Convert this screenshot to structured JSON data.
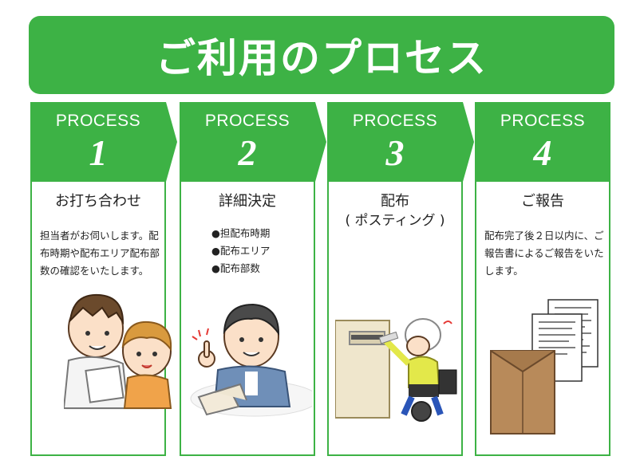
{
  "banner": {
    "title": "ご利用のプロセス"
  },
  "steps": [
    {
      "label": "PROCESS",
      "number": "1",
      "title": "お打ち合わせ",
      "desc": "担当者がお伺いします。配布時期や配布エリア配布部数の確認をいたします。"
    },
    {
      "label": "PROCESS",
      "number": "2",
      "title": "詳細決定",
      "items": [
        "●担配布時期",
        "●配布エリア",
        "●配布部数"
      ]
    },
    {
      "label": "PROCESS",
      "number": "3",
      "title": "配布",
      "subtitle": "( ポスティング )"
    },
    {
      "label": "PROCESS",
      "number": "4",
      "title": "ご報告",
      "desc": "配布完了後２日以内に、ご報告書によるご報告をいたします。"
    }
  ],
  "colors": {
    "accent": "#3db245",
    "background": "#ffffff",
    "text": "#222222"
  }
}
